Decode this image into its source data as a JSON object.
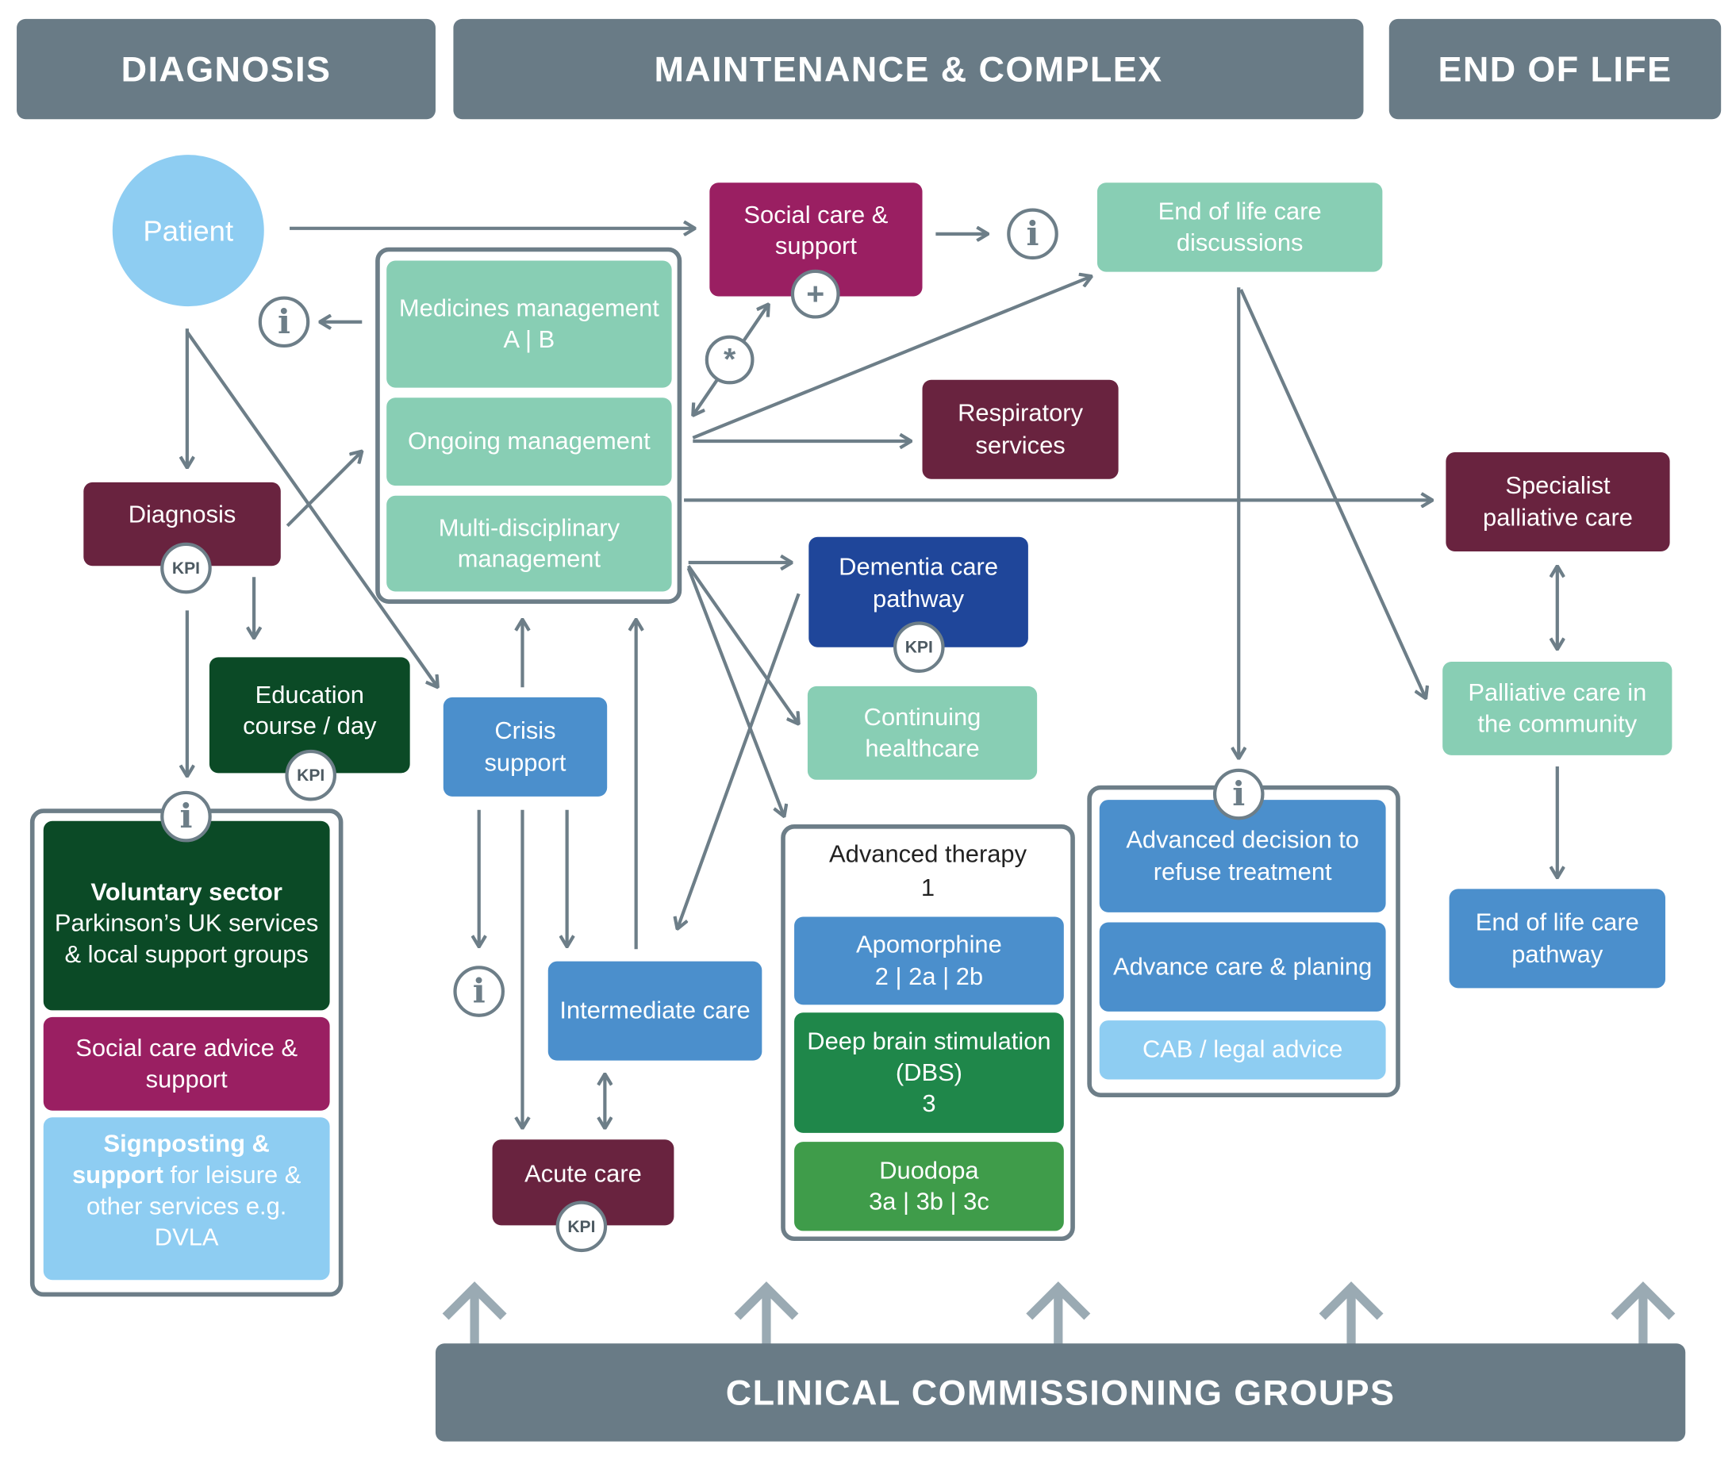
{
  "headers": {
    "diagnosis": "DIAGNOSIS",
    "maintenance": "MAINTENANCE & COMPLEX",
    "end_of_life": "END OF LIFE"
  },
  "footer": "CLINICAL COMMISSIONING GROUPS",
  "markers": {
    "info": "i",
    "kpi": "KPI",
    "plus": "+",
    "star": "*"
  },
  "nodes": {
    "patient": "Patient",
    "diagnosis": "Diagnosis",
    "education": "Education course / day",
    "voluntary_title": "Voluntary sector",
    "voluntary_body": "Parkinson’s UK services & local support groups",
    "social_advice": "Social care advice & support",
    "signposting_bold": "Signposting & support",
    "signposting_rest": "for leisure & other services e.g. DVLA",
    "medicines": "Medicines management",
    "medicines_sub": "A | B",
    "ongoing": "Ongoing management",
    "multidisciplinary": "Multi-disciplinary management",
    "crisis": "Crisis support",
    "intermediate": "Intermediate care",
    "acute": "Acute care",
    "social_support": "Social care & support",
    "respiratory": "Respiratory services",
    "dementia": "Dementia care pathway",
    "continuing": "Continuing healthcare",
    "advanced_title": "Advanced therapy",
    "advanced_num": "1",
    "apomorphine": "Apomorphine",
    "apomorphine_sub": "2 | 2a | 2b",
    "dbs": "Deep brain stimulation (DBS)",
    "dbs_sub": "3",
    "duodopa": "Duodopa",
    "duodopa_sub": "3a | 3b | 3c",
    "eol_discussions": "End of life care discussions",
    "adrt": "Advanced decision to refuse treatment",
    "advance_care": "Advance care & planing",
    "cab": "CAB / legal advice",
    "specialist": "Specialist palliative care",
    "palliative_community": "Palliative care in the community",
    "eol_pathway": "End of life care pathway"
  },
  "colors": {
    "header_grey": "#697b86",
    "plum": "#69233f",
    "magenta": "#9a1f62",
    "dark_green": "#0b4a26",
    "mint": "#88ceb4",
    "mid_blue": "#4b8fcc",
    "navy": "#1f469a",
    "light_blue": "#8ecdf2",
    "green": "#1f874a",
    "light_green": "#3f9c4a"
  }
}
